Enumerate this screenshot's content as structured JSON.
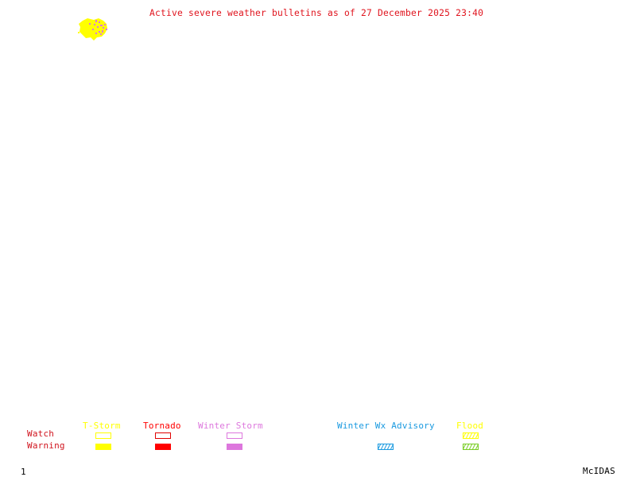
{
  "title": "Active severe weather bulletins as of 27 December 2025 23:40",
  "map": {
    "feature": "alert-area-blob",
    "feature_colors": {
      "primary": "#ffff00",
      "secondary": "#dd77dd"
    }
  },
  "legend": {
    "rows": {
      "watch": "Watch",
      "warning": "Warning"
    },
    "row_label_color": "#d0141e",
    "categories": [
      {
        "name": "T-Storm",
        "color": "#ffff00",
        "watch": "outline",
        "warning": "filled"
      },
      {
        "name": "Tornado",
        "color": "#ff0000",
        "watch": "outline",
        "warning": "filled"
      },
      {
        "name": "Winter Storm",
        "color": "#dd77dd",
        "watch": "outline",
        "warning": "filled"
      },
      {
        "name": "Winter Wx Advisory",
        "color": "#1a9ae0",
        "watch": "none",
        "warning": "hatched"
      },
      {
        "name": "Flood",
        "color": "#ffff00",
        "warning_color": "#77cc22",
        "watch": "hatched",
        "warning": "hatched"
      }
    ]
  },
  "footer": {
    "frame_number": "1",
    "brand": "McIDAS"
  }
}
